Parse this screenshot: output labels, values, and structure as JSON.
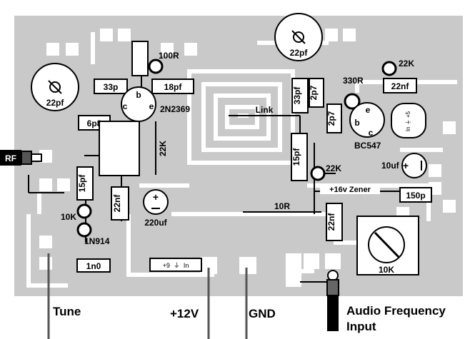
{
  "components": {
    "r_100r": "100R",
    "c_33p": "33p",
    "c_18pf": "18pf",
    "q1_b": "b",
    "q1_c": "c",
    "q1_e": "e",
    "q1_name": "2N2369",
    "trim_left": "22pf",
    "trim_top": "22pf",
    "c_6p8": "6p8",
    "r_22k_vert": "22K",
    "c_15pf_left": "15pf",
    "c_22nf_left": "22nf",
    "c_220uf": "220uf",
    "r_10k": "10K",
    "d_1n914": "1N914",
    "c_1n0": "1n0",
    "link": "Link",
    "c_33pf_vert": "33pf",
    "c_2p7_a": "2p7",
    "c_2p7_b": "2p7",
    "r_330r": "330R",
    "r_22k_top": "22K",
    "c_22nf_top": "22nf",
    "q2_e": "e",
    "q2_b": "b",
    "q2_c": "c",
    "q2_name": "BC547",
    "reg_pins": "In ⏚ +5",
    "c_15pf_mid": "15pf",
    "r_22k_mid": "22K",
    "c_10uf": "10uf",
    "zener": "+16v Zener",
    "c_150p": "150p",
    "r_10r": "10R",
    "c_22nf_mid": "22nf",
    "pot_10k": "10K",
    "conn_pins": "+9  ⏚  In",
    "rf": "RF",
    "tune": "Tune",
    "v12": "+12V",
    "gnd": "GND",
    "audio_1": "Audio Frequency",
    "audio_2": "Input"
  }
}
